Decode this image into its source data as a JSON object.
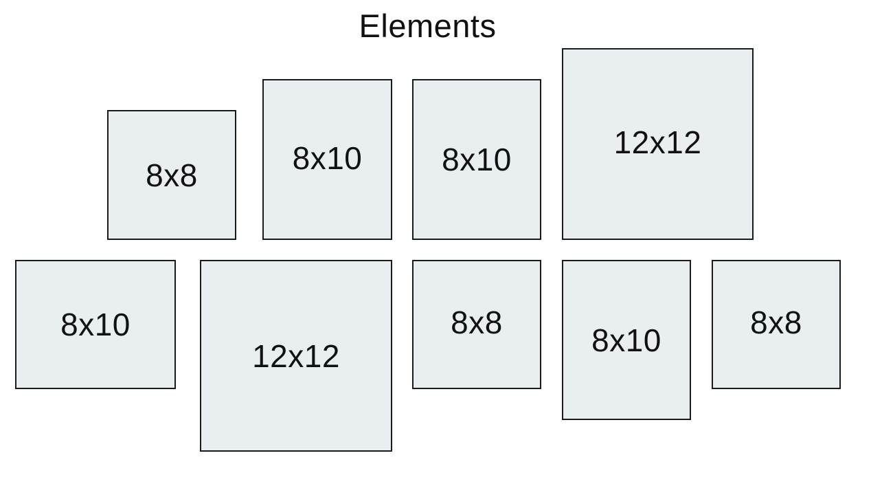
{
  "title": "Elements",
  "frames": [
    {
      "label": "8x8"
    },
    {
      "label": "8x10"
    },
    {
      "label": "8x10"
    },
    {
      "label": "12x12"
    },
    {
      "label": "8x10"
    },
    {
      "label": "12x12"
    },
    {
      "label": "8x8"
    },
    {
      "label": "8x10"
    },
    {
      "label": "8x8"
    }
  ],
  "colors": {
    "frame_fill": "#e9eef0",
    "frame_border": "#1a1a1a",
    "text": "#111111"
  }
}
